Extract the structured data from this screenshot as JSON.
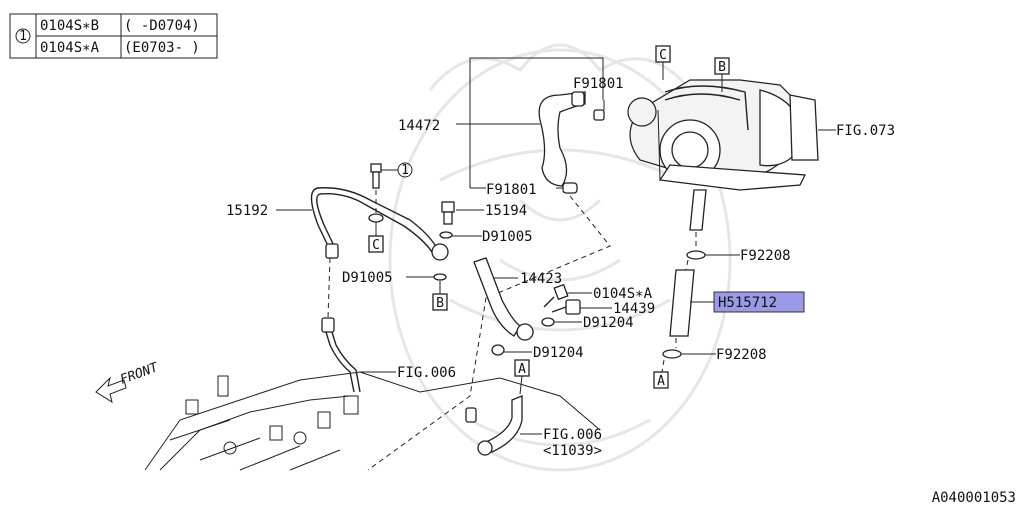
{
  "legend": {
    "marker": "1",
    "rows": [
      {
        "part": "0104S∗B",
        "range": "( -D0704)"
      },
      {
        "part": "0104S∗A",
        "range": "(E0703- )"
      }
    ]
  },
  "labels": {
    "p14472": "14472",
    "f91801_top": "F91801",
    "f91801_bottom": "F91801",
    "fig073": "FIG.073",
    "p15192": "15192",
    "p15194": "15194",
    "d91005_right": "D91005",
    "d91005_left": "D91005",
    "f92208_top": "F92208",
    "f92208_bottom": "F92208",
    "p14423": "14423",
    "p0104s_a": "0104S∗A",
    "p14439": "14439",
    "h515712": "H515712",
    "d91204_right": "D91204",
    "d91204_left": "D91204",
    "fig006_mid": "FIG.006",
    "fig006_low": "FIG.006",
    "fig006_low_sub": "<11039>",
    "front": "FRONT",
    "circle_one": "1",
    "ref_c_top": "C",
    "ref_b_top": "B",
    "ref_c_mid": "C",
    "ref_b_mid": "B",
    "ref_a_mid": "A",
    "ref_a_right": "A",
    "doc_id": "A040001053"
  },
  "highlight_color": "#9a9ae6"
}
